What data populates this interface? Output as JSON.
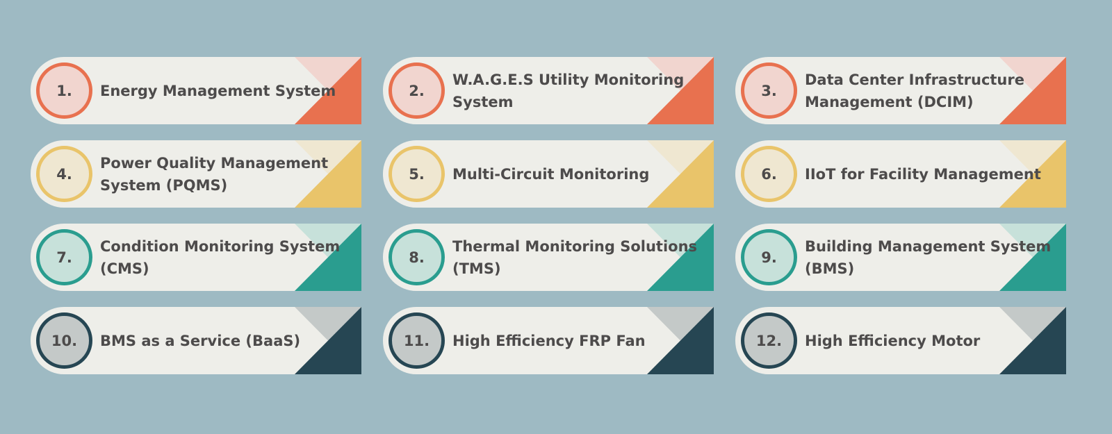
{
  "colors": {
    "background": "#9ebac3",
    "card": "#eeeee9",
    "text": "#4d4b4b",
    "orange": "#e8714f",
    "orange_light": "#f1d5cf",
    "yellow": "#e9c46a",
    "yellow_light": "#efe7d1",
    "teal": "#2a9d8f",
    "teal_light": "#c7e1da",
    "navy": "#264653",
    "navy_light": "#c4c9c8"
  },
  "items": [
    {
      "number": "1.",
      "label": "Energy Management System",
      "theme": "orange"
    },
    {
      "number": "2.",
      "label": "W.A.G.E.S Utility Monitoring System",
      "theme": "orange"
    },
    {
      "number": "3.",
      "label": "Data Center Infrastructure Management (DCIM)",
      "theme": "orange"
    },
    {
      "number": "4.",
      "label": "Power Quality Management System (PQMS)",
      "theme": "yellow"
    },
    {
      "number": "5.",
      "label": "Multi-Circuit Monitoring",
      "theme": "yellow"
    },
    {
      "number": "6.",
      "label": "IIoT for Facility Management",
      "theme": "yellow"
    },
    {
      "number": "7.",
      "label": "Condition Monitoring System (CMS)",
      "theme": "teal"
    },
    {
      "number": "8.",
      "label": "Thermal Monitoring Solutions (TMS)",
      "theme": "teal"
    },
    {
      "number": "9.",
      "label": "Building Management System (BMS)",
      "theme": "teal"
    },
    {
      "number": "10.",
      "label": "BMS as a Service (BaaS)",
      "theme": "navy"
    },
    {
      "number": "11.",
      "label": "High Efficiency FRP Fan",
      "theme": "navy"
    },
    {
      "number": "12.",
      "label": "High Efficiency Motor",
      "theme": "navy"
    }
  ]
}
